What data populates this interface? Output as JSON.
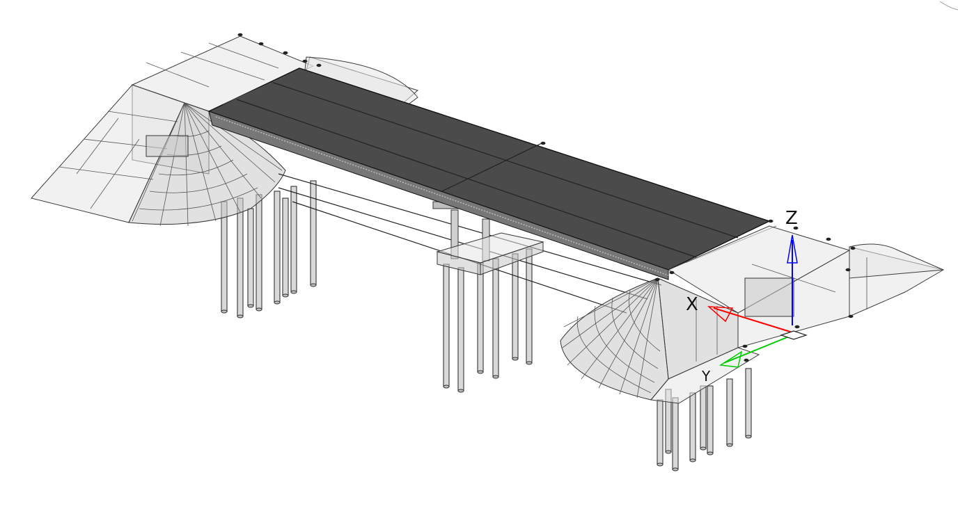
{
  "viewport": {
    "background": "#ffffff",
    "model_colors": {
      "deck": "#4a4a4a",
      "abutment": "#e2e2e2",
      "pile": "#d6d6d6",
      "edges": "#222222"
    }
  },
  "axis_triad": {
    "x_label": "X",
    "y_label": "Y",
    "z_label": "Z",
    "x_color": "#ff0000",
    "y_color": "#00cc00",
    "z_color": "#0000ff"
  }
}
